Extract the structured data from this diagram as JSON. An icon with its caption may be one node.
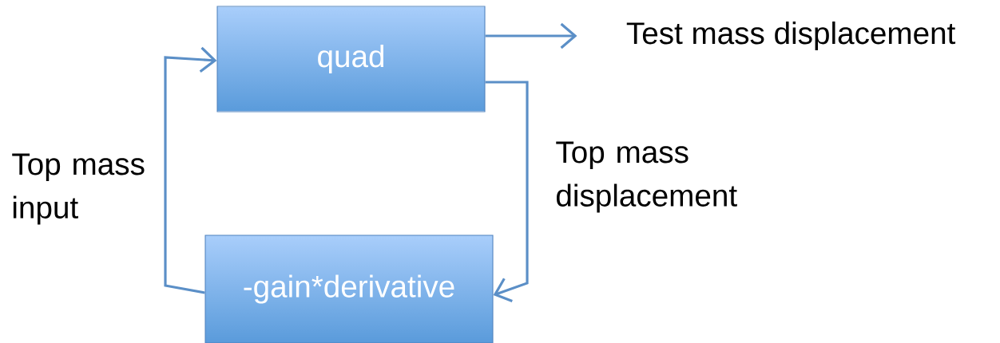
{
  "diagram": {
    "nodes": [
      {
        "text": [
          "quad"
        ]
      },
      {
        "text": [
          "-gain*derivative"
        ]
      },
      {
        "text": [
          "Test mass displacement"
        ]
      }
    ],
    "edges": [
      {
        "from": 0,
        "to": 2,
        "arrow": "to"
      },
      {
        "from": 0,
        "to": 1,
        "arrow": "to",
        "label": "Top mass displacement"
      },
      {
        "from": 1,
        "to": 0,
        "arrow": "to",
        "label": "Top mass input"
      }
    ]
  }
}
